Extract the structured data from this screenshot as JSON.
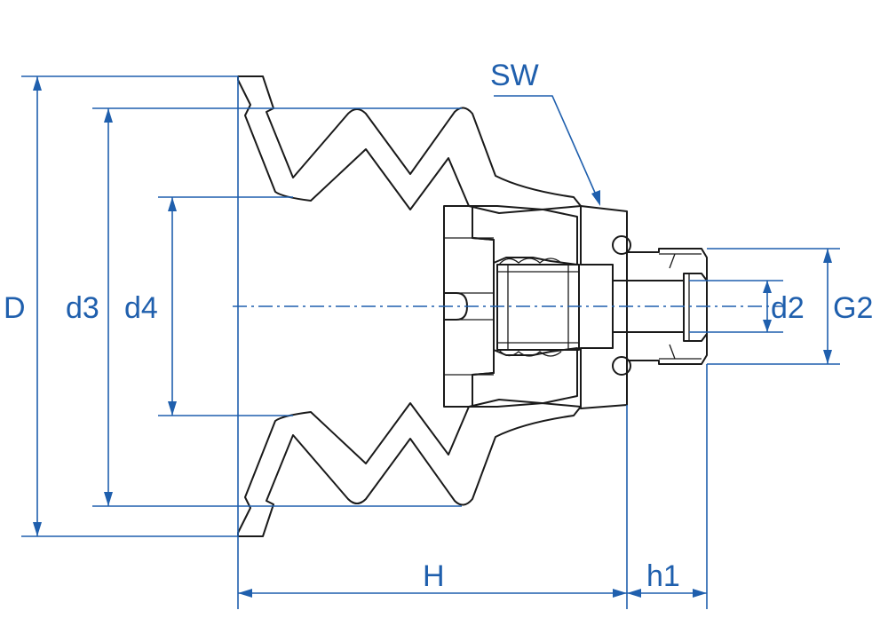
{
  "labels": {
    "D": "D",
    "d3": "d3",
    "d4": "d4",
    "SW": "SW",
    "d2": "d2",
    "G2": "G2",
    "H": "H",
    "h1": "h1"
  },
  "colors": {
    "dimension": "#1f5fad",
    "outline": "#1a1a1a",
    "background": "#ffffff"
  }
}
